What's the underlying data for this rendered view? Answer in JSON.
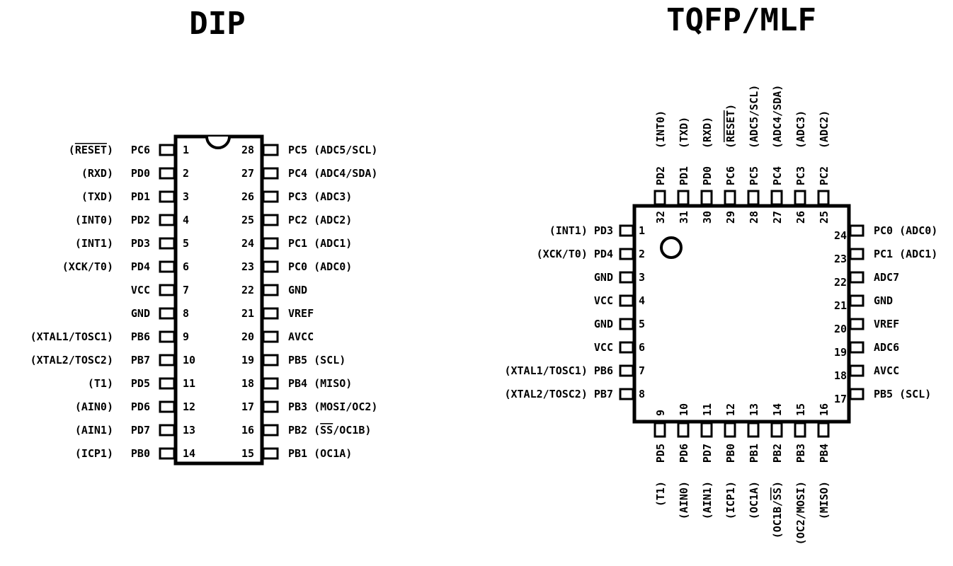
{
  "dip": {
    "title": "DIP",
    "left_pins": [
      {
        "num": "1",
        "name": "PC6",
        "alt": "(RESET)",
        "alt_overline": "RESET"
      },
      {
        "num": "2",
        "name": "PD0",
        "alt": "(RXD)"
      },
      {
        "num": "3",
        "name": "PD1",
        "alt": "(TXD)"
      },
      {
        "num": "4",
        "name": "PD2",
        "alt": "(INT0)"
      },
      {
        "num": "5",
        "name": "PD3",
        "alt": "(INT1)"
      },
      {
        "num": "6",
        "name": "PD4",
        "alt": "(XCK/T0)"
      },
      {
        "num": "7",
        "name": "VCC",
        "alt": ""
      },
      {
        "num": "8",
        "name": "GND",
        "alt": ""
      },
      {
        "num": "9",
        "name": "PB6",
        "alt": "(XTAL1/TOSC1)"
      },
      {
        "num": "10",
        "name": "PB7",
        "alt": "(XTAL2/TOSC2)"
      },
      {
        "num": "11",
        "name": "PD5",
        "alt": "(T1)"
      },
      {
        "num": "12",
        "name": "PD6",
        "alt": "(AIN0)"
      },
      {
        "num": "13",
        "name": "PD7",
        "alt": "(AIN1)"
      },
      {
        "num": "14",
        "name": "PB0",
        "alt": "(ICP1)"
      }
    ],
    "right_pins": [
      {
        "num": "28",
        "label": "PC5 (ADC5/SCL)"
      },
      {
        "num": "27",
        "label": "PC4 (ADC4/SDA)"
      },
      {
        "num": "26",
        "label": "PC3 (ADC3)"
      },
      {
        "num": "25",
        "label": "PC2 (ADC2)"
      },
      {
        "num": "24",
        "label": "PC1 (ADC1)"
      },
      {
        "num": "23",
        "label": "PC0 (ADC0)"
      },
      {
        "num": "22",
        "label": "GND"
      },
      {
        "num": "21",
        "label": "VREF"
      },
      {
        "num": "20",
        "label": "AVCC"
      },
      {
        "num": "19",
        "label": "PB5 (SCL)"
      },
      {
        "num": "18",
        "label": "PB4 (MISO)"
      },
      {
        "num": "17",
        "label": "PB3 (MOSI/OC2)"
      },
      {
        "num": "16",
        "label": "PB2 (SS/OC1B)",
        "overline": "SS"
      },
      {
        "num": "15",
        "label": "PB1 (OC1A)"
      }
    ]
  },
  "tqfp": {
    "title": "TQFP/MLF",
    "left_pins": [
      {
        "num": "1",
        "label": "(INT1) PD3"
      },
      {
        "num": "2",
        "label": "(XCK/T0) PD4"
      },
      {
        "num": "3",
        "label": "GND"
      },
      {
        "num": "4",
        "label": "VCC"
      },
      {
        "num": "5",
        "label": "GND"
      },
      {
        "num": "6",
        "label": "VCC"
      },
      {
        "num": "7",
        "label": "(XTAL1/TOSC1) PB6"
      },
      {
        "num": "8",
        "label": "(XTAL2/TOSC2) PB7"
      }
    ],
    "right_pins": [
      {
        "num": "24",
        "label": "PC0 (ADC0)"
      },
      {
        "num": "23",
        "label": "PC1 (ADC1)"
      },
      {
        "num": "22",
        "label": "ADC7"
      },
      {
        "num": "21",
        "label": "GND"
      },
      {
        "num": "20",
        "label": "VREF"
      },
      {
        "num": "19",
        "label": "ADC6"
      },
      {
        "num": "18",
        "label": "AVCC"
      },
      {
        "num": "17",
        "label": "PB5 (SCL)"
      }
    ],
    "top_pins": [
      {
        "num": "32",
        "name": "PD2",
        "alt": "(INT0)"
      },
      {
        "num": "31",
        "name": "PD1",
        "alt": "(TXD)"
      },
      {
        "num": "30",
        "name": "PD0",
        "alt": "(RXD)"
      },
      {
        "num": "29",
        "name": "PC6",
        "alt": "(RESET)",
        "overline": "RESET"
      },
      {
        "num": "28",
        "name": "PC5",
        "alt": "(ADC5/SCL)"
      },
      {
        "num": "27",
        "name": "PC4",
        "alt": "(ADC4/SDA)"
      },
      {
        "num": "26",
        "name": "PC3",
        "alt": "(ADC3)"
      },
      {
        "num": "25",
        "name": "PC2",
        "alt": "(ADC2)"
      }
    ],
    "bottom_pins": [
      {
        "num": "9",
        "name": "PD5",
        "alt": "(T1)"
      },
      {
        "num": "10",
        "name": "PD6",
        "alt": "(AIN0)"
      },
      {
        "num": "11",
        "name": "PD7",
        "alt": "(AIN1)"
      },
      {
        "num": "12",
        "name": "PB0",
        "alt": "(ICP1)"
      },
      {
        "num": "13",
        "name": "PB1",
        "alt": "(OC1A)"
      },
      {
        "num": "14",
        "name": "PB2",
        "alt": "(OC1B/SS)",
        "overline": "SS"
      },
      {
        "num": "15",
        "name": "PB3",
        "alt": "(OC2/MOSI)"
      },
      {
        "num": "16",
        "name": "PB4",
        "alt": "(MISO)"
      }
    ]
  }
}
